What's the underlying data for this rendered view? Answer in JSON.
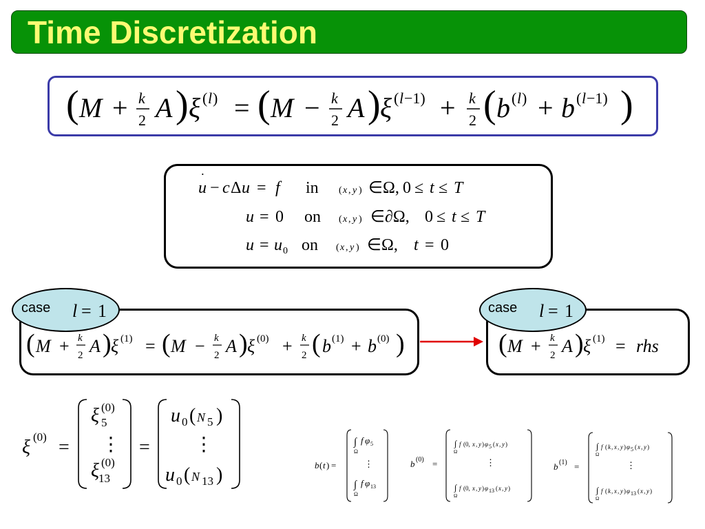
{
  "slide": {
    "title": "Time Discretization"
  },
  "labels": {
    "case_left": "case",
    "case_right": "case",
    "in": "in",
    "on": "on"
  },
  "colors": {
    "title_background": "#079207",
    "title_text": "#fcfa73",
    "main_equation_border": "#3b3ba8",
    "oval_fill": "#bfe4ea",
    "arrow": "#e00000"
  }
}
